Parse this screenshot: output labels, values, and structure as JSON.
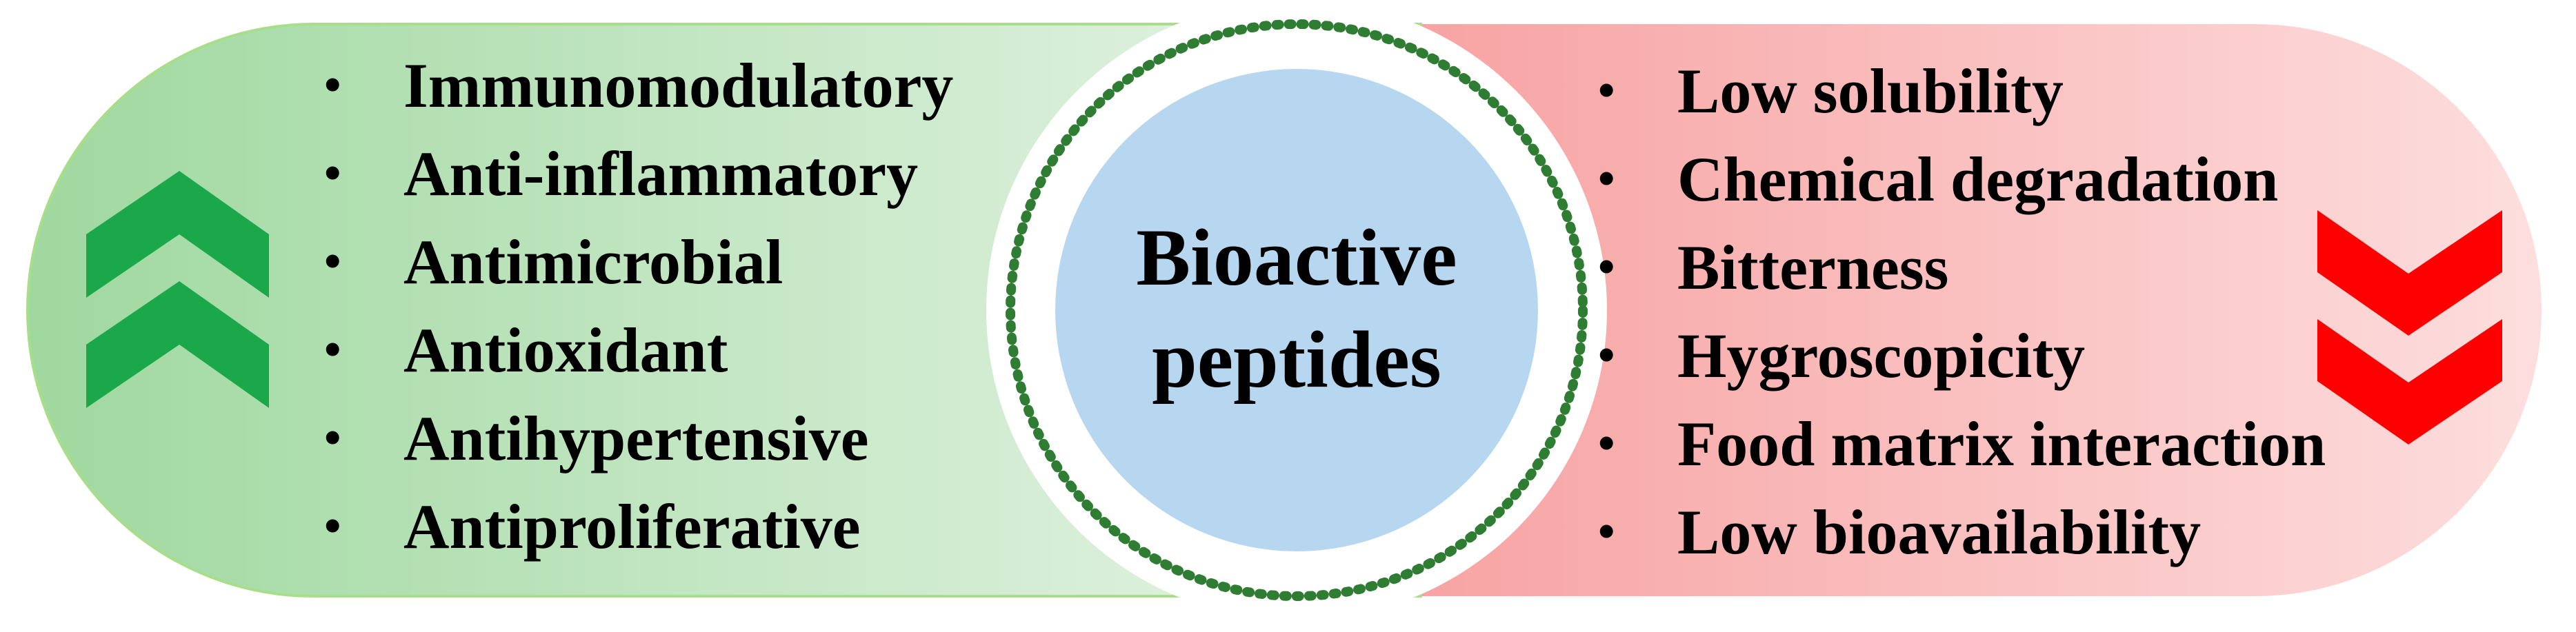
{
  "center": {
    "line1": "Bioactive",
    "line2": "peptides"
  },
  "benefits": [
    "Immunomodulatory",
    "Anti-inflammatory",
    "Antimicrobial",
    "Antioxidant",
    "Antihypertensive",
    "Antiproliferative"
  ],
  "challenges": [
    "Low solubility",
    "Chemical degradation",
    "Bitterness",
    "Hygroscopicity",
    "Food matrix interaction",
    "Low bioavailability"
  ],
  "bullet_symbol": "•",
  "icons": {
    "left": "double-chevron-up-icon",
    "right": "double-chevron-down-icon"
  },
  "colors": {
    "benefit_panel": "#9fd89f",
    "benefit_arrow": "#1ba84a",
    "challenge_panel": "#f7a0a0",
    "challenge_arrow": "#ff0000",
    "center_fill": "#b6d7ef",
    "center_dots": "#2e7d32"
  }
}
